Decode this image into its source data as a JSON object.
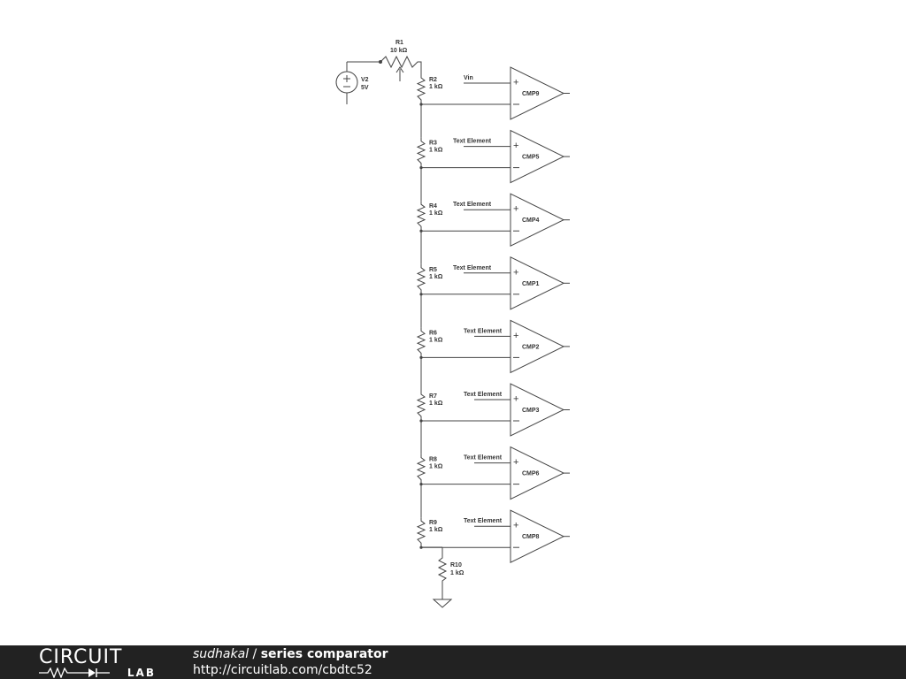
{
  "source": {
    "name": "V2",
    "value": "5V"
  },
  "potentiometer": {
    "name": "R1",
    "value": "10 kΩ"
  },
  "ladder_resistors": [
    {
      "name": "R2",
      "value": "1 kΩ"
    },
    {
      "name": "R3",
      "value": "1 kΩ"
    },
    {
      "name": "R4",
      "value": "1 kΩ"
    },
    {
      "name": "R5",
      "value": "1 kΩ"
    },
    {
      "name": "R6",
      "value": "1 kΩ"
    },
    {
      "name": "R7",
      "value": "1 kΩ"
    },
    {
      "name": "R8",
      "value": "1 kΩ"
    },
    {
      "name": "R9",
      "value": "1 kΩ"
    }
  ],
  "bottom_resistor": {
    "name": "R10",
    "value": "1 kΩ"
  },
  "comparators": [
    {
      "name": "CMP9",
      "input_label": "Vin"
    },
    {
      "name": "CMP5",
      "input_label": "Text Element"
    },
    {
      "name": "CMP4",
      "input_label": "Text Element"
    },
    {
      "name": "CMP1",
      "input_label": "Text Element"
    },
    {
      "name": "CMP2",
      "input_label": "Text Element"
    },
    {
      "name": "CMP3",
      "input_label": "Text Element"
    },
    {
      "name": "CMP6",
      "input_label": "Text Element"
    },
    {
      "name": "CMP8",
      "input_label": "Text Element"
    }
  ],
  "footer": {
    "logo_top": "CIRCUIT",
    "logo_bottom": "LAB",
    "author": "sudhakal",
    "separator": " / ",
    "project": "series comparator",
    "url": "http://circuitlab.com/cbdtc52"
  }
}
